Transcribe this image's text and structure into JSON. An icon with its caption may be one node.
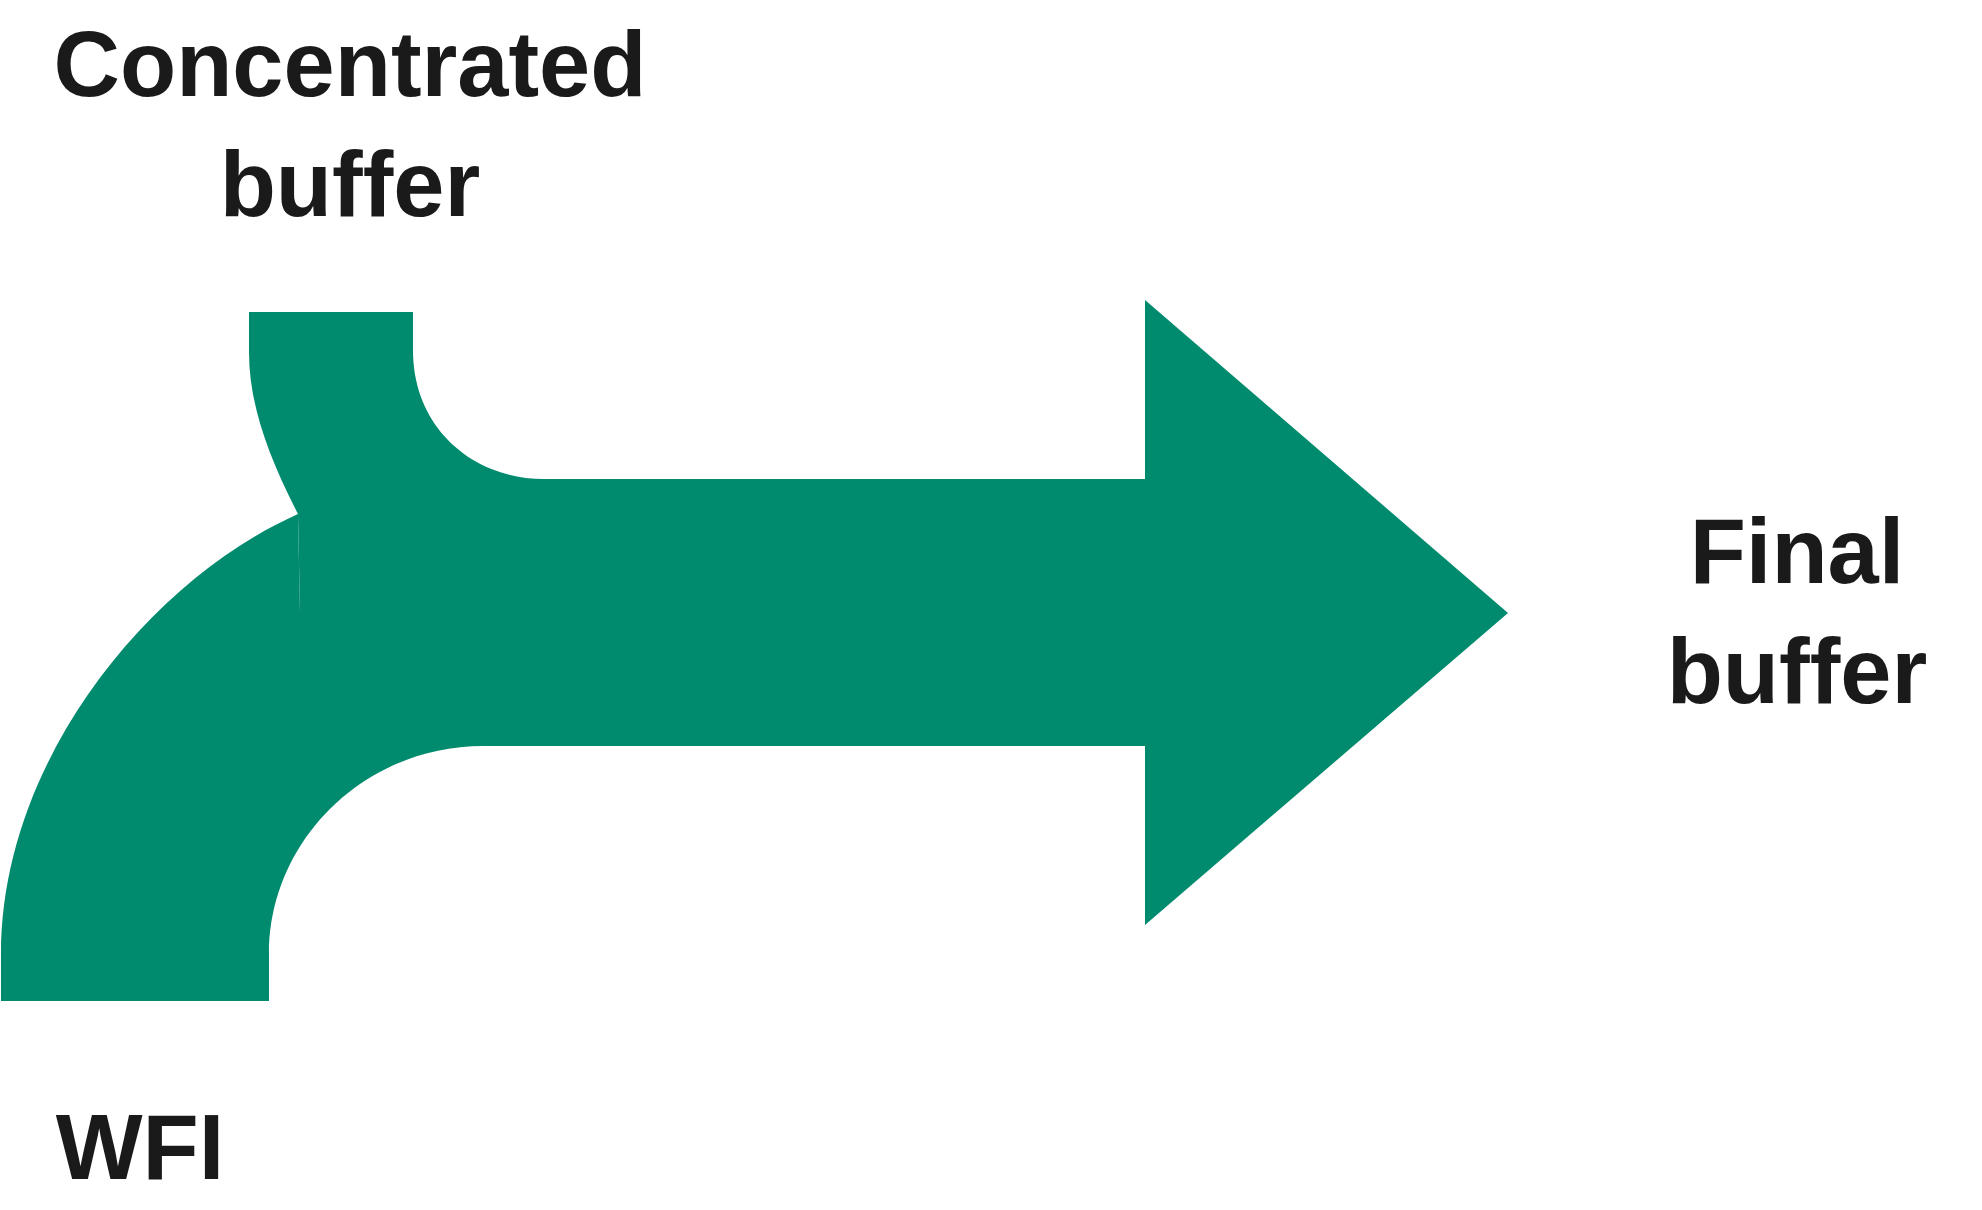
{
  "diagram": {
    "nodes": [
      {
        "text": [
          "Concentrated buffer"
        ]
      },
      {
        "text": [
          "WFI"
        ]
      },
      {
        "text": [
          "Final buffer"
        ]
      }
    ],
    "edges": [
      {
        "from": 0,
        "to": 2,
        "arrow": "to"
      },
      {
        "from": 1,
        "to": 2,
        "arrow": "to"
      }
    ]
  }
}
